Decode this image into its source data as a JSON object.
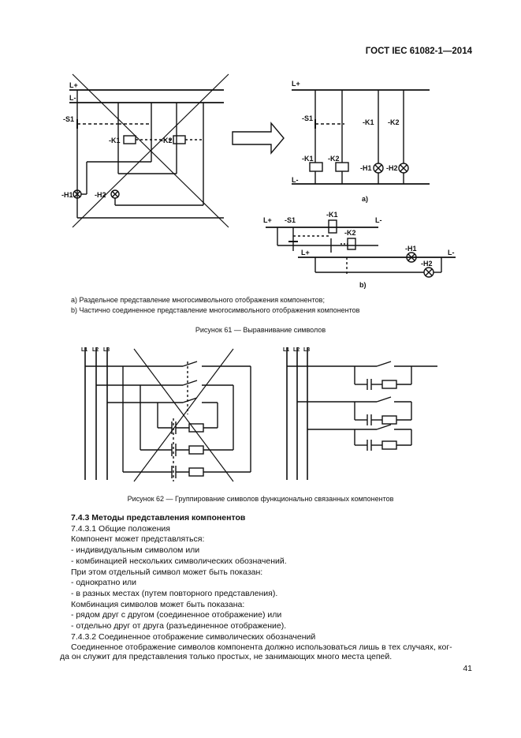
{
  "header": {
    "standard": "ГОСТ  IEC 61082-1—2014"
  },
  "figure61": {
    "left_labels": {
      "lplus": "L+",
      "lminus": "L-",
      "s1": "-S1",
      "k1": "-K1",
      "k2": "-K2",
      "h1": "-H1",
      "h2": "-H2"
    },
    "a_labels": {
      "lplus": "L+",
      "lminus": "L-",
      "s1": "-S1",
      "k1_contact": "-K1",
      "k2_contact": "-K2",
      "k1_coil": "-K1",
      "k2_coil": "-K2",
      "h1": "-H1",
      "h2": "-H2",
      "tag": "a)"
    },
    "b_labels": {
      "lplus_top": "L+",
      "s1": "-S1",
      "k1": "-K1",
      "lminus_top": "L-",
      "k2": "-K2",
      "lplus_bottom": "L+",
      "h1": "-H1",
      "lminus_bottom": "L-",
      "h2": "-H2",
      "tag": "b)"
    },
    "notes": [
      "а) Раздельное представление многосимвольного отображения компонентов;",
      "b) Частично соединенное представление многосимвольного отображения компонентов"
    ],
    "caption": "Рисунок 61 — Выравнивание символов"
  },
  "figure62": {
    "bus_labels_left": [
      "L1",
      "L2",
      "L3"
    ],
    "bus_labels_right": [
      "L1",
      "L2",
      "L3"
    ],
    "caption": "Рисунок 62 — Группирование символов функционально связанных компонентов"
  },
  "section": {
    "heading": "7.4.3 Методы представления компонентов",
    "lines": [
      "7.4.3.1 Общие положения",
      "Компонент может представляться:",
      "- индивидуальным символом или",
      "- комбинацией нескольких символических обозначений.",
      "При этом отдельный символ может быть показан:",
      "- однократно или",
      "- в разных местах (путем повторного представления).",
      "Комбинация символов может быть показана:",
      "- рядом друг с другом (соединенное отображение) или",
      "- отдельно друг от друга (разъединенное отображение).",
      "7.4.3.2 Соединенное отображение символических обозначений"
    ],
    "para_line1": "Соединенное отображение символов компонента должно использоваться лишь в тех случаях, ког-",
    "para_line2": "да он служит для представления только простых, не занимающих много места цепей."
  },
  "page_number": "41"
}
